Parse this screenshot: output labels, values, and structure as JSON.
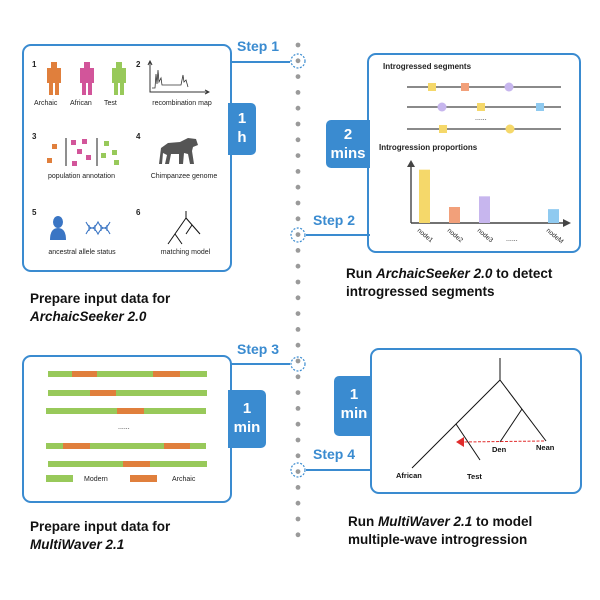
{
  "colors": {
    "accent": "#3a8bd0",
    "archaic": "#e07f3c",
    "african": "#d2559a",
    "test": "#98c95a",
    "modern": "#98c95a",
    "timeline_dot": "#9a9a9a",
    "introgression_arrow": "#e02b2b",
    "node_yellow": "#f5d86a",
    "node_orange": "#f2a07a",
    "node_purple": "#c7b6ee",
    "node_blue": "#8fcaf0"
  },
  "steps": [
    {
      "label": "Step 1",
      "duration_value": "1",
      "duration_unit": "h",
      "caption_line1": "Prepare input data for",
      "caption_tool": "ArchaicSeeker 2.0"
    },
    {
      "label": "Step 2",
      "duration_value": "2",
      "duration_unit": "mins",
      "caption_prefix": "Run ",
      "caption_tool": "ArchaicSeeker 2.0",
      "caption_suffix": " to detect",
      "caption_line2": "introgressed segments"
    },
    {
      "label": "Step 3",
      "duration_value": "1",
      "duration_unit": "min",
      "caption_line1": "Prepare input data for",
      "caption_tool": "MultiWaver 2.1"
    },
    {
      "label": "Step 4",
      "duration_value": "1",
      "duration_unit": "min",
      "caption_prefix": "Run ",
      "caption_tool": "MultiWaver 2.1",
      "caption_suffix": " to model",
      "caption_line2": "multiple-wave introgression"
    }
  ],
  "inputs_panel": {
    "items": [
      {
        "number": "1",
        "labels": [
          "Archaic",
          "African",
          "Test"
        ],
        "icon": "person-icons"
      },
      {
        "number": "2",
        "label": "recombination map",
        "icon": "recombination-map-icon"
      },
      {
        "number": "3",
        "label": "population annotation",
        "icon": "population-annotation-icon"
      },
      {
        "number": "4",
        "label": "Chimpanzee genome",
        "icon": "chimpanzee-icon"
      },
      {
        "number": "5",
        "label": "ancestral allele status",
        "icon": "ancestor-dna-icon"
      },
      {
        "number": "6",
        "label": "matching model",
        "icon": "tree-icon"
      }
    ]
  },
  "segments_panel": {
    "segments_title": "Introgressed segments",
    "proportions_title": "Introgression proportions",
    "ellipsis": "......",
    "chart_data": {
      "type": "bar",
      "categories": [
        "node1",
        "node2",
        "node3",
        "......",
        "nodeM"
      ],
      "values": [
        1.0,
        0.3,
        0.5,
        null,
        0.26
      ],
      "colors": [
        "#f5d86a",
        "#f2a07a",
        "#c7b6ee",
        null,
        "#8fcaf0"
      ],
      "xlabel": "",
      "ylabel": "",
      "ylim": [
        0,
        1.05
      ]
    }
  },
  "multiwaver_input_panel": {
    "ellipsis": "......",
    "legend": [
      {
        "label": "Modern"
      },
      {
        "label": "Archaic"
      }
    ]
  },
  "model_panel": {
    "leaves": [
      "African",
      "Test",
      "Den",
      "Nean"
    ]
  }
}
